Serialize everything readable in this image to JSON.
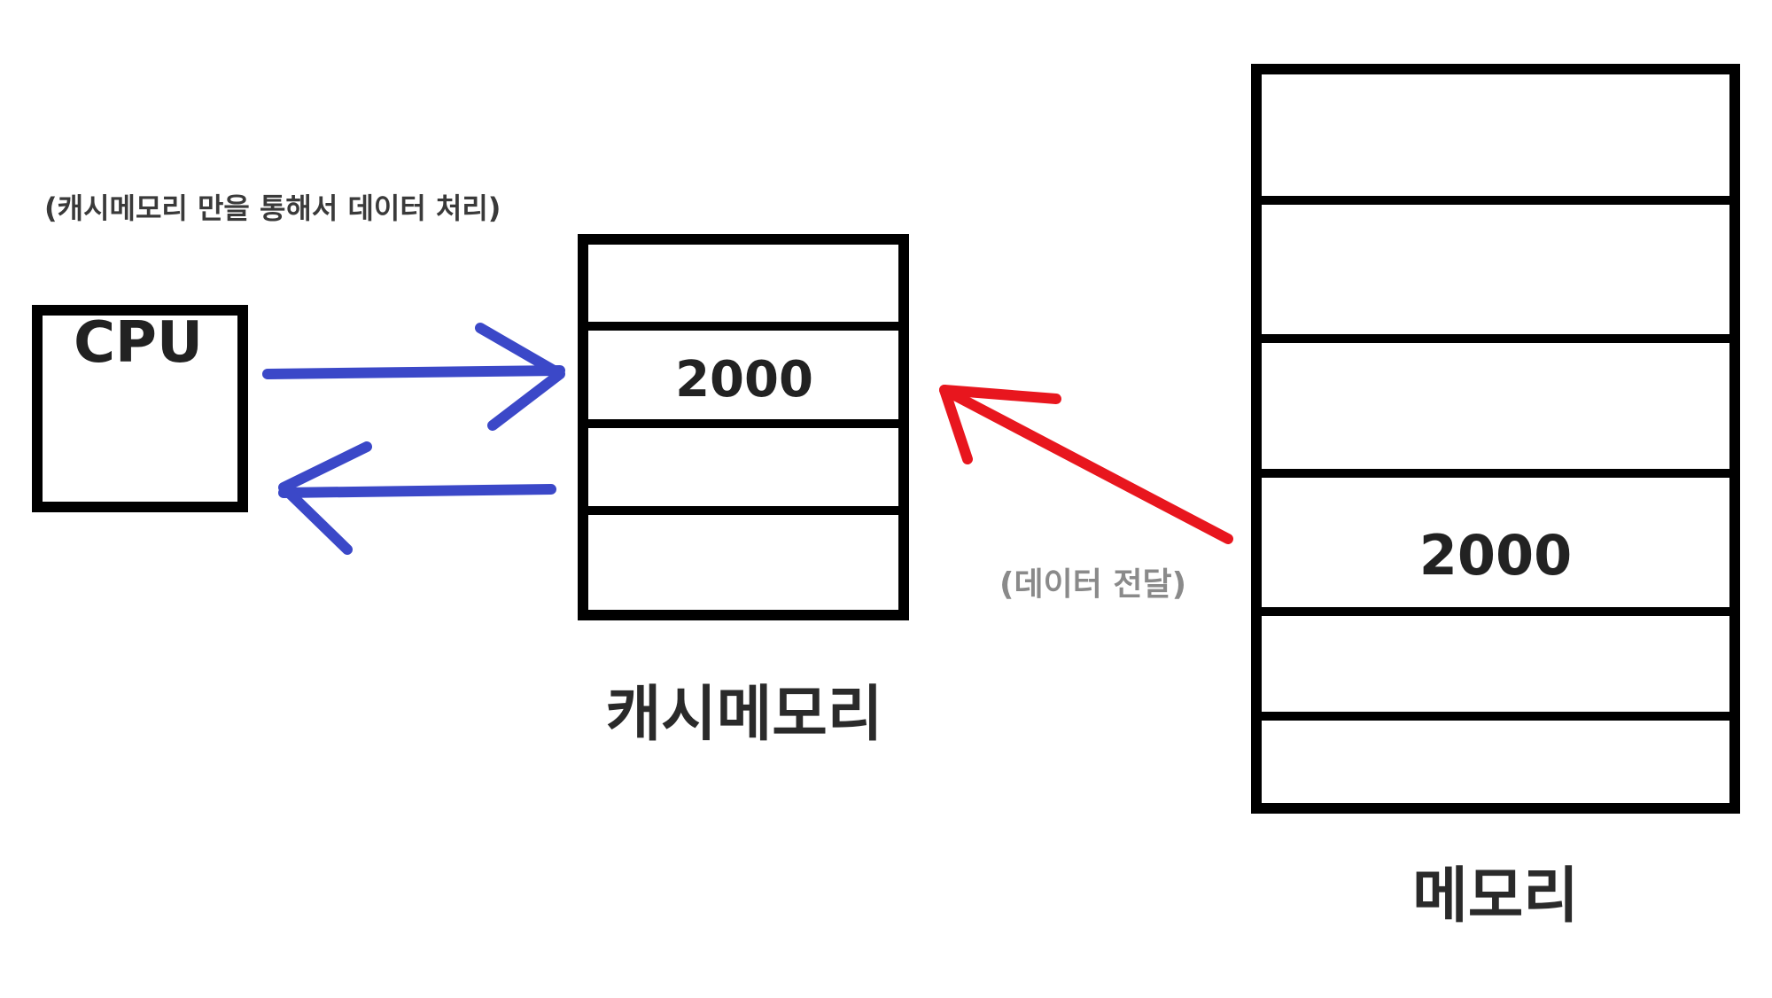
{
  "notes": {
    "cache_only": "(캐시메모리 만을 통해서 데이터 처리)",
    "transfer": "(데이터 전달)"
  },
  "cpu": {
    "label": "CPU"
  },
  "cache": {
    "title": "캐시메모리",
    "value": "2000"
  },
  "memory": {
    "title": "메모리",
    "value": "2000"
  },
  "colors": {
    "outline": "#000000",
    "cpu_cache_arrows": "#3b48c8",
    "memory_transfer_arrow": "#e8161e"
  }
}
